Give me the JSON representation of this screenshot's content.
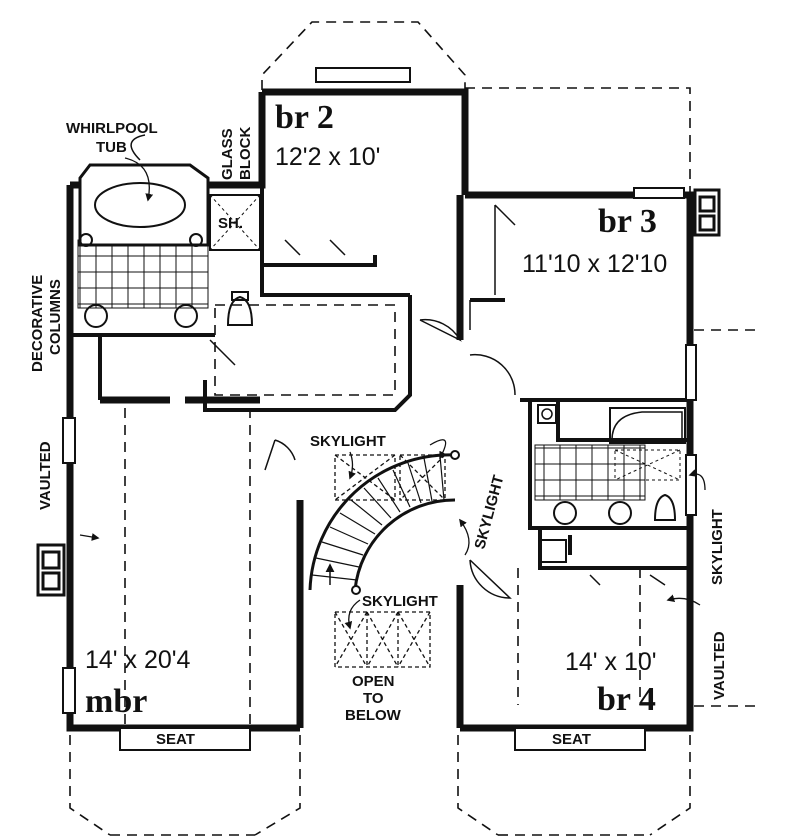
{
  "rooms": {
    "br2": {
      "name": "br 2",
      "size": "12'2 x 10'"
    },
    "br3": {
      "name": "br 3",
      "size": "11'10 x 12'10"
    },
    "br4": {
      "name": "br 4",
      "size": "14' x 10'"
    },
    "mbr": {
      "name": "mbr",
      "size": "14' x 20'4"
    }
  },
  "labels": {
    "whirlpool": "WHIRLPOOL",
    "tub": "TUB",
    "glass": "GLASS",
    "block": "BLOCK",
    "shower": "SH.",
    "decorative": "DECORATIVE",
    "columns": "COLUMNS",
    "vaulted_left": "VAULTED",
    "vaulted_right": "VAULTED",
    "skylight_top": "SKYLIGHT",
    "skylight_stair": "SKYLIGHT",
    "skylight_mid": "SKYLIGHT",
    "skylight_right": "SKYLIGHT",
    "open": "OPEN",
    "to": "TO",
    "below": "BELOW",
    "seat_left": "SEAT",
    "seat_right": "SEAT"
  }
}
